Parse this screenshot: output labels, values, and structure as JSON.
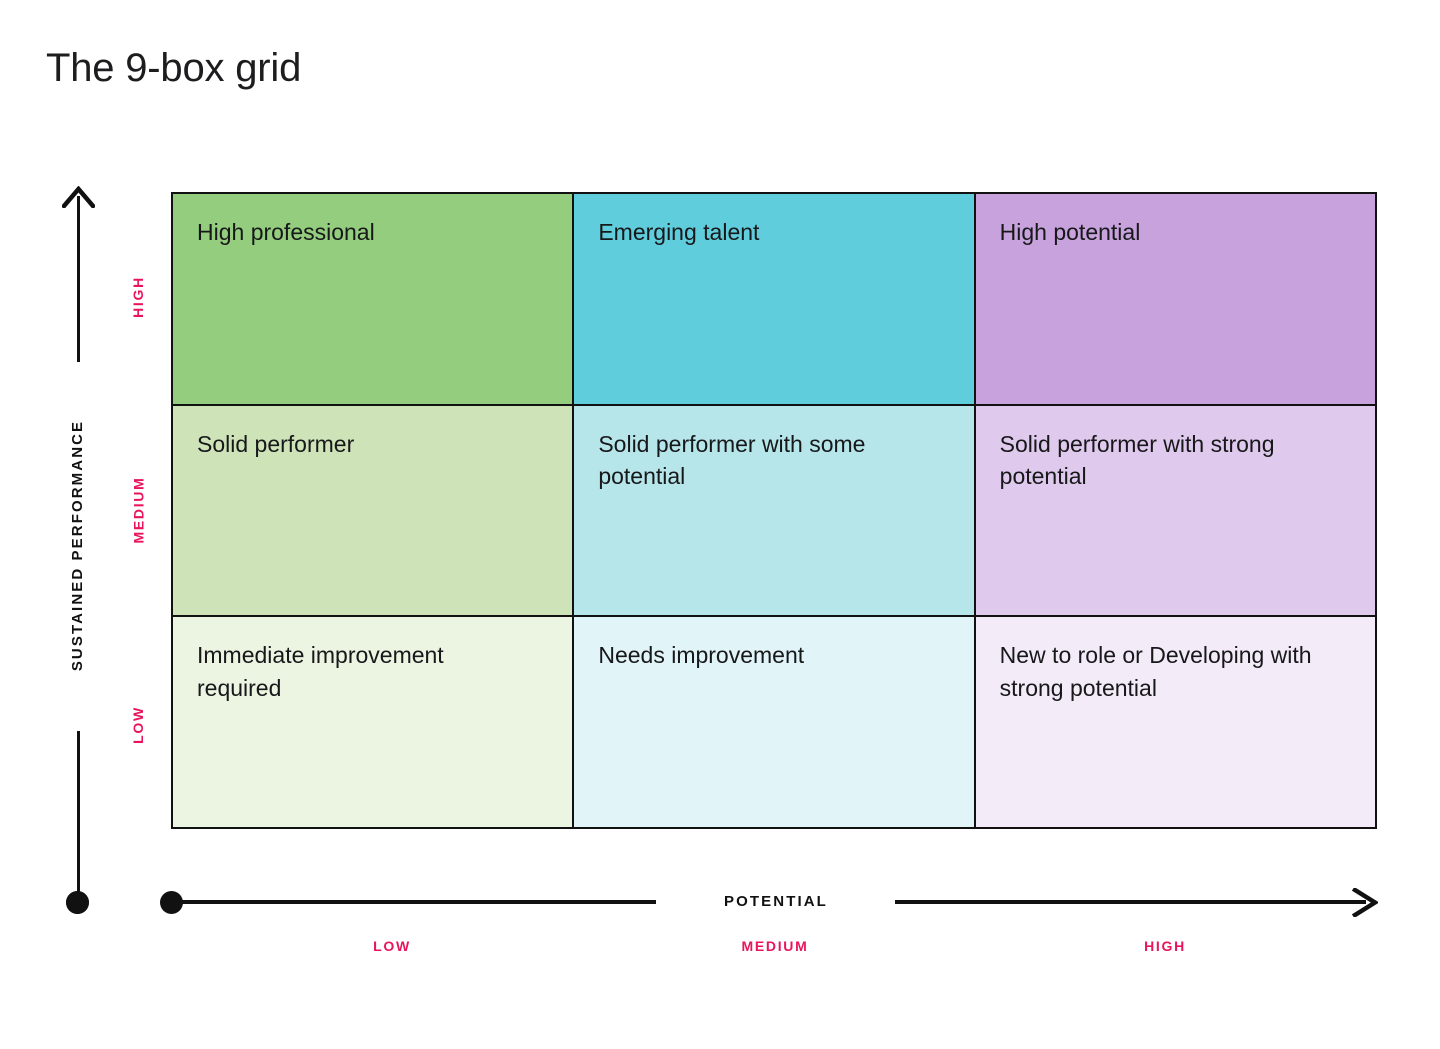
{
  "title": "The 9-box grid",
  "colors": {
    "accent_pink": "#e8145c",
    "ink": "#111111",
    "background": "#ffffff"
  },
  "y_axis": {
    "title": "SUSTAINED PERFORMANCE",
    "ticks": [
      "HIGH",
      "MEDIUM",
      "LOW"
    ],
    "arrow_icon": "arrow-up-icon",
    "dot_icon": "axis-origin-dot-icon"
  },
  "x_axis": {
    "title": "POTENTIAL",
    "ticks": [
      "LOW",
      "MEDIUM",
      "HIGH"
    ],
    "arrow_icon": "arrow-right-icon",
    "dot_icon": "axis-start-dot-icon"
  },
  "chart_data": {
    "type": "table",
    "title": "The 9-box grid",
    "xlabel": "POTENTIAL",
    "ylabel": "SUSTAINED PERFORMANCE",
    "x_categories": [
      "LOW",
      "MEDIUM",
      "HIGH"
    ],
    "y_categories": [
      "HIGH",
      "MEDIUM",
      "LOW"
    ],
    "grid": true,
    "legend": "none",
    "cells": [
      {
        "row": "HIGH",
        "col": "LOW",
        "label": "High professional",
        "color": "#93cd7d"
      },
      {
        "row": "HIGH",
        "col": "MEDIUM",
        "label": "Emerging talent",
        "color": "#5fcddc"
      },
      {
        "row": "HIGH",
        "col": "HIGH",
        "label": "High potential",
        "color": "#c7a2dc"
      },
      {
        "row": "MEDIUM",
        "col": "LOW",
        "label": "Solid performer",
        "color": "#cfe3b8"
      },
      {
        "row": "MEDIUM",
        "col": "MEDIUM",
        "label": "Solid performer with some potential",
        "color": "#b6e5ea"
      },
      {
        "row": "MEDIUM",
        "col": "HIGH",
        "label": "Solid performer with strong potential",
        "color": "#dfc9ec"
      },
      {
        "row": "LOW",
        "col": "LOW",
        "label": "Immediate improvement required",
        "color": "#ecf4e2"
      },
      {
        "row": "LOW",
        "col": "MEDIUM",
        "label": "Needs improvement",
        "color": "#e1f4f8"
      },
      {
        "row": "LOW",
        "col": "HIGH",
        "label": "New to role or Developing with strong potential",
        "color": "#f3ebf8"
      }
    ]
  }
}
